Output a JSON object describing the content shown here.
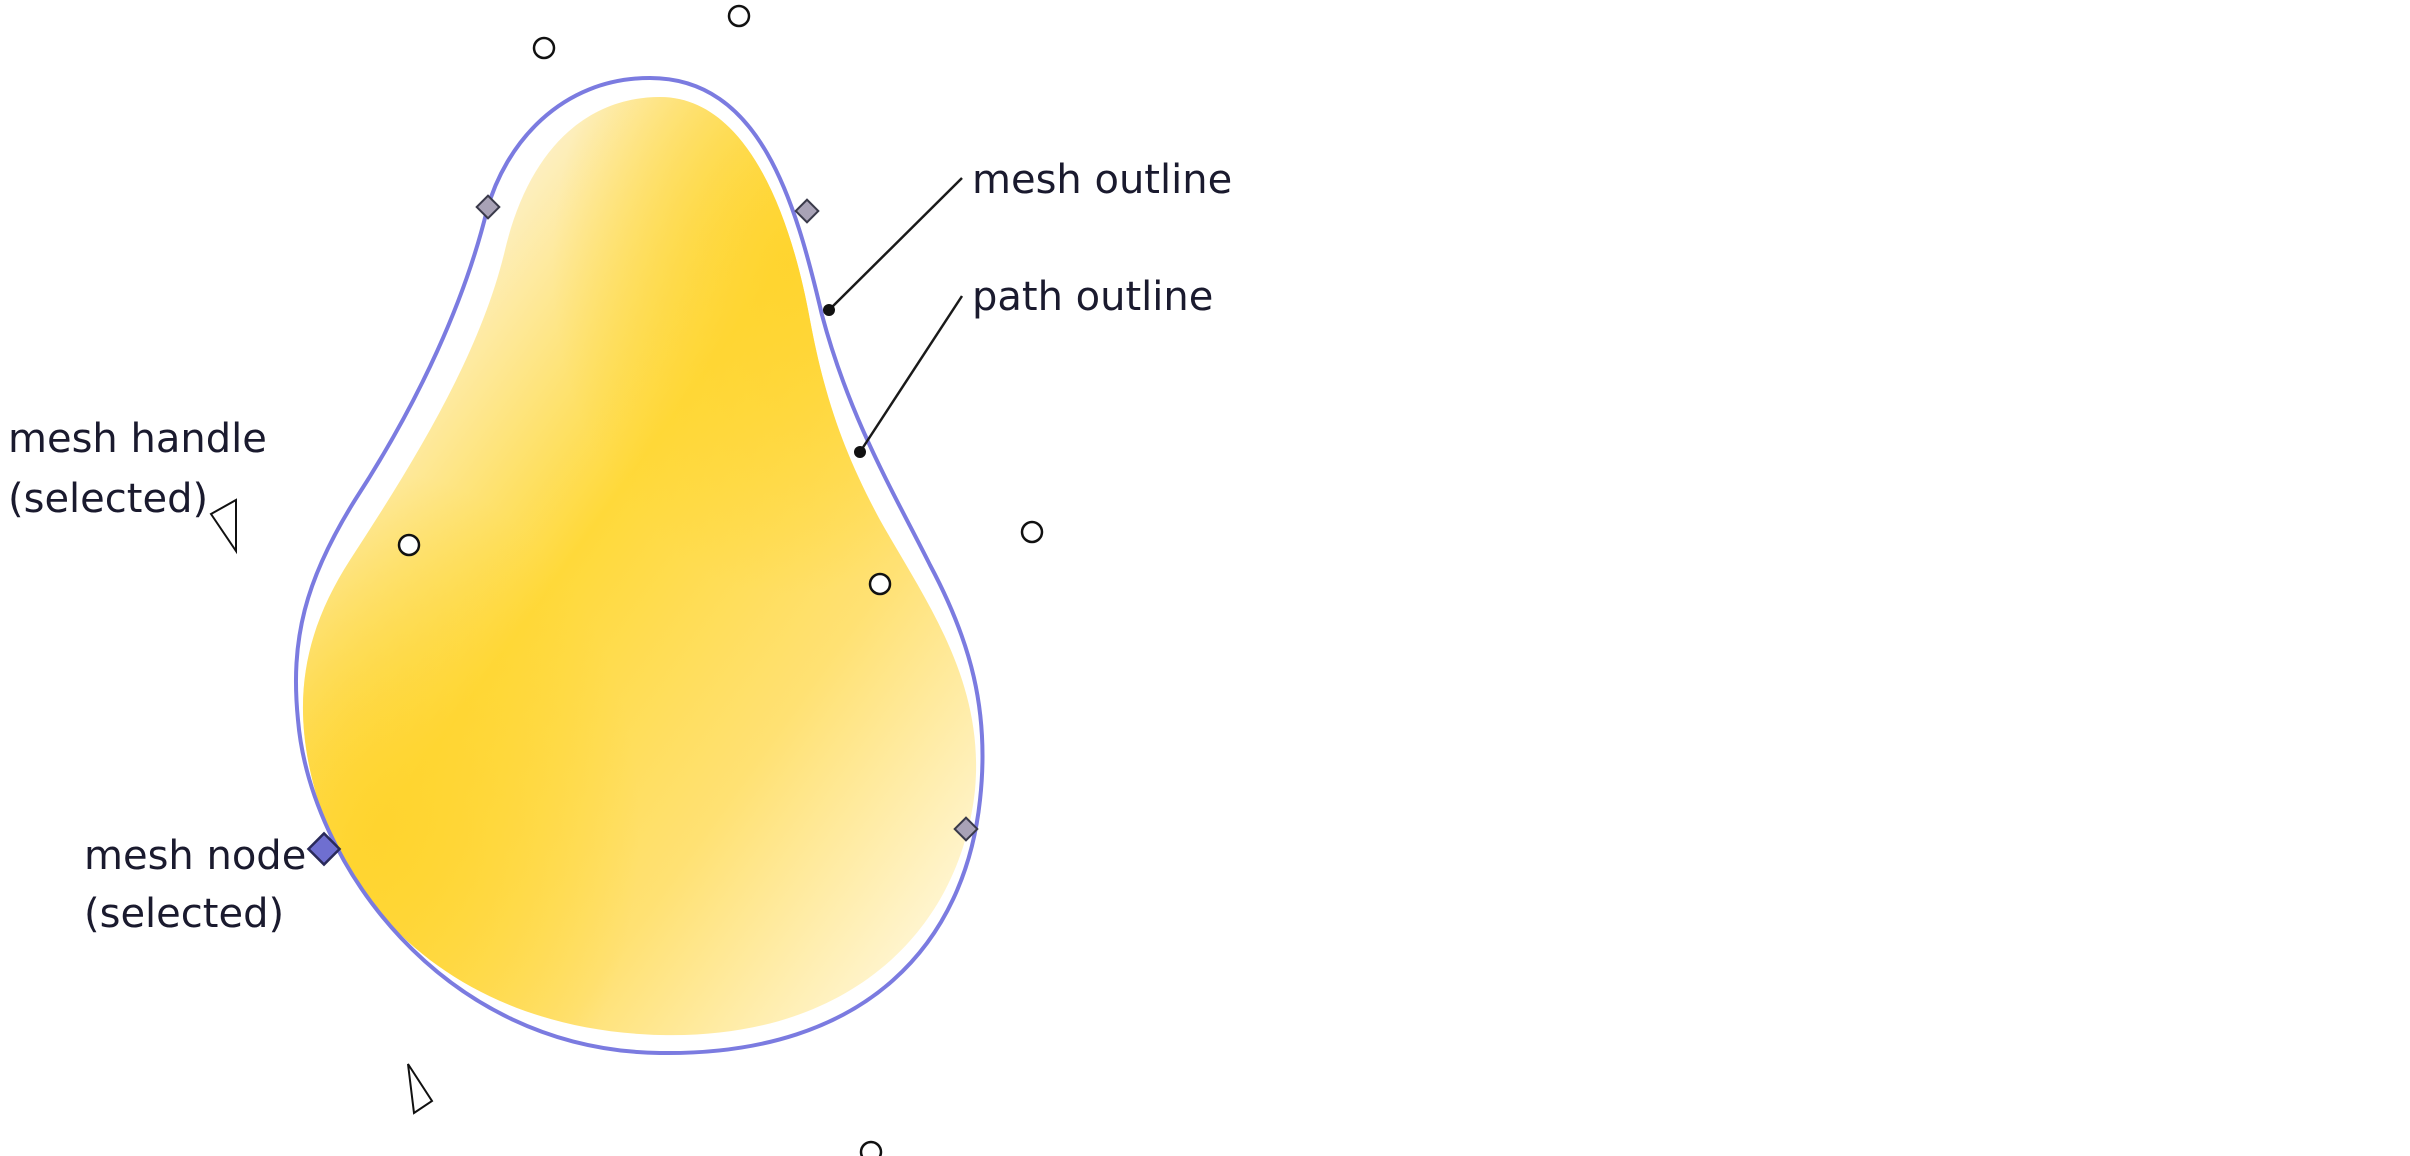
{
  "labels": {
    "mesh_outline": "mesh outline",
    "path_outline": "path outline",
    "mesh_handle_line1": "mesh handle",
    "mesh_handle_line2": "(selected)",
    "mesh_node_line1": "mesh node",
    "mesh_node_line2": "(selected)"
  },
  "colors": {
    "mesh_outline": "#7b7be0",
    "fill_light": "#fdf6d8",
    "fill_dark": "#ffd83a",
    "node_fill": "#a8a2b6",
    "node_selected_fill": "#6f6fd0"
  }
}
